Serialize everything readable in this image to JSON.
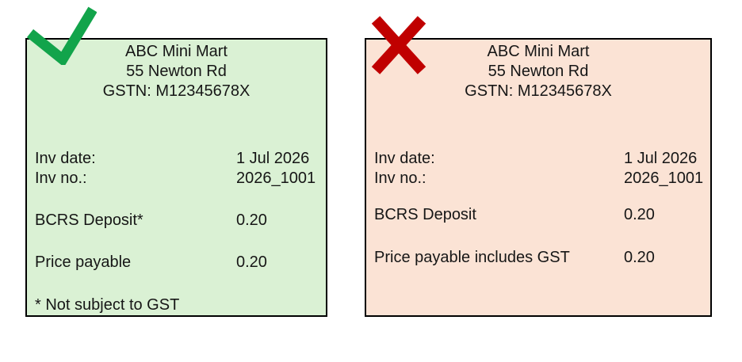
{
  "figure": {
    "description": "Comparison of a correct and an incorrect BCRS deposit receipt",
    "status_colors": {
      "correct_mark": "#12a44b",
      "incorrect_mark": "#c00000"
    }
  },
  "correct": {
    "status": "correct",
    "mark": "checkmark-icon",
    "background": "#daf1d4",
    "header": {
      "line1": "ABC Mini Mart",
      "line2": "55 Newton Rd",
      "line3": "GSTN: M12345678X"
    },
    "rows": {
      "inv_date": {
        "label": "Inv date:",
        "value": "1 Jul 2026"
      },
      "inv_no": {
        "label": "Inv no.:",
        "value": "2026_1001"
      },
      "deposit": {
        "label": "BCRS Deposit*",
        "value": "0.20"
      },
      "total": {
        "label": "Price payable",
        "value": "0.20"
      }
    },
    "footnote": "* Not subject to GST"
  },
  "incorrect": {
    "status": "incorrect",
    "mark": "cross-icon",
    "background": "#fbe3d5",
    "header": {
      "line1": "ABC Mini Mart",
      "line2": "55 Newton Rd",
      "line3": "GSTN: M12345678X"
    },
    "rows": {
      "inv_date": {
        "label": "Inv date:",
        "value": "1 Jul 2026"
      },
      "inv_no": {
        "label": "Inv no.:",
        "value": "2026_1001"
      },
      "deposit": {
        "label": "BCRS Deposit",
        "value": "0.20"
      },
      "total": {
        "label": "Price payable includes GST",
        "value": "0.20"
      }
    }
  }
}
